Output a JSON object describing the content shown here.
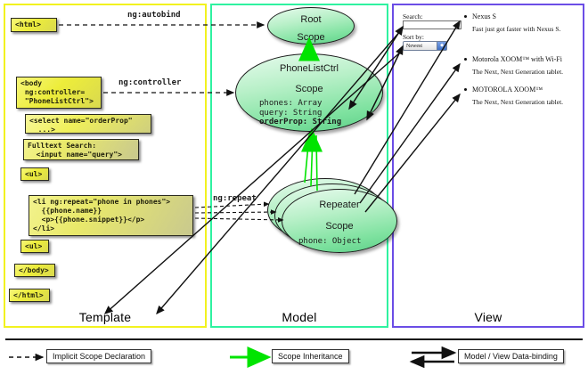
{
  "panels": {
    "template": {
      "label": "Template",
      "border_color": "#f2f21f"
    },
    "model": {
      "label": "Model",
      "border_color": "#2ff2a0"
    },
    "view": {
      "label": "View",
      "border_color": "#6b4de6"
    }
  },
  "template_boxes": [
    {
      "name": "html-open",
      "text": "<html>"
    },
    {
      "name": "body-open",
      "text": "<body\n ng:controller=\n \"PhoneListCtrl\">"
    },
    {
      "name": "select",
      "text": "<select name=\"orderProp\"\n  ...>"
    },
    {
      "name": "search",
      "text": "Fulltext Search:\n  <input name=\"query\">"
    },
    {
      "name": "ul-open",
      "text": "<ul>"
    },
    {
      "name": "li-repeat",
      "text": "<li ng:repeat=\"phone in phones\">\n  {{phone.name}}\n  <p>{{phone.snippet}}</p>\n</li>"
    },
    {
      "name": "ul-close",
      "text": "<ul>"
    },
    {
      "name": "body-close",
      "text": "</body>"
    },
    {
      "name": "html-close",
      "text": "</html>"
    }
  ],
  "model_scopes": [
    {
      "name": "root-scope",
      "title_line1": "Root",
      "title_line2": "Scope",
      "props": []
    },
    {
      "name": "phonelist-scope",
      "title_line1": "PhoneListCtrl",
      "title_line2": "Scope",
      "props": [
        {
          "text": "phones: Array",
          "bold": false
        },
        {
          "text": "query: String",
          "bold": false
        },
        {
          "text": "orderProp: String",
          "bold": true
        }
      ]
    },
    {
      "name": "repeater-scope",
      "title_line1": "Repeater",
      "title_line2": "Scope",
      "props": [
        {
          "text": "phone: Object",
          "bold": false
        }
      ]
    }
  ],
  "connectors": {
    "autobind": "ng:autobind",
    "controller": "ng:controller",
    "repeat": "ng:repeat"
  },
  "view": {
    "search_label": "Search:",
    "search_value": "",
    "sort_label": "Sort by:",
    "sort_selected": "Newest",
    "phones": [
      {
        "name": "Nexus S",
        "snippet": "Fast just got faster with Nexus S."
      },
      {
        "name": "Motorola XOOM™ with Wi-Fi",
        "snippet": "The Next, Next Generation tablet."
      },
      {
        "name": "MOTOROLA XOOM™",
        "snippet": "The Next, Next Generation tablet."
      }
    ]
  },
  "legend": [
    {
      "name": "implicit-scope-declaration",
      "label": "Implicit Scope Declaration",
      "line": "dashed-black-arrow"
    },
    {
      "name": "scope-inheritance",
      "label": "Scope Inheritance",
      "line": "solid-green-arrow",
      "color": "#00e400"
    },
    {
      "name": "model-view-data-binding",
      "label": "Model / View Data-binding",
      "line": "double-black-arrow"
    }
  ]
}
